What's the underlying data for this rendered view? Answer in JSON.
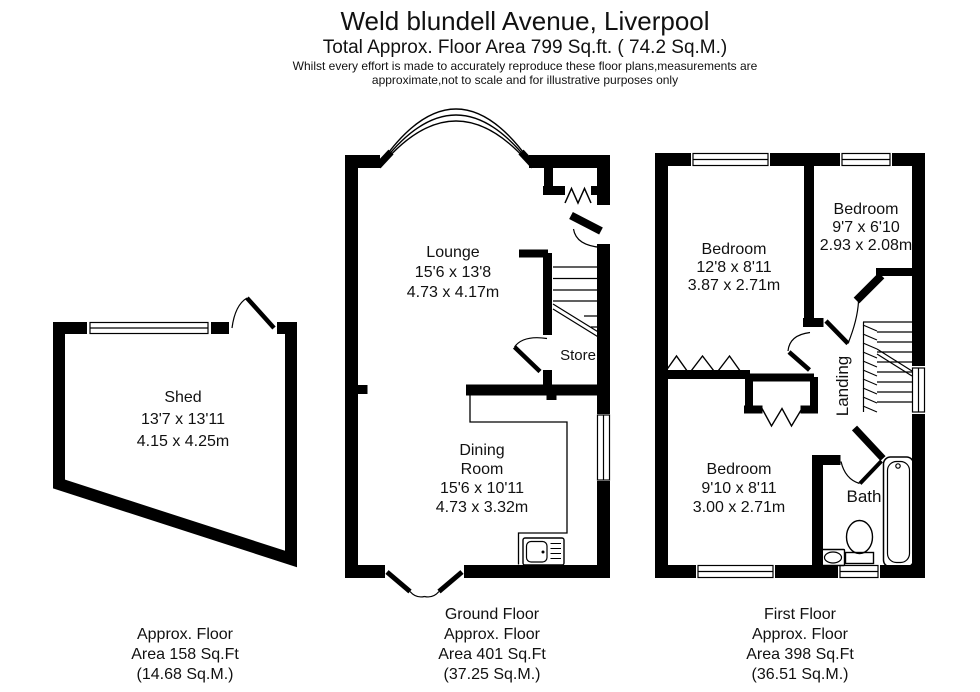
{
  "header": {
    "title": "Weld blundell Avenue, Liverpool",
    "subtitle": "Total Approx. Floor Area 799 Sq.ft. ( 74.2  Sq.M.)",
    "disclaimer_line1": "Whilst every effort is made to accurately reproduce these floor plans,measurements are",
    "disclaimer_line2": "approximate,not to scale and for illustrative purposes only"
  },
  "shed": {
    "name": "Shed",
    "dim_imperial": "13'7 x 13'11",
    "dim_metric": "4.15 x 4.25m"
  },
  "ground_floor": {
    "lounge": {
      "name": "Lounge",
      "dim_imperial": "15'6 x 13'8",
      "dim_metric": "4.73 x 4.17m"
    },
    "dining_room": {
      "name_line1": "Dining",
      "name_line2": "Room",
      "dim_imperial": "15'6 x 10'11",
      "dim_metric": "4.73 x 3.32m"
    },
    "store": {
      "name": "Store"
    }
  },
  "first_floor": {
    "bedroom_1": {
      "name": "Bedroom",
      "dim_imperial": "12'8 x 8'11",
      "dim_metric": "3.87 x 2.71m"
    },
    "bedroom_2": {
      "name": "Bedroom",
      "dim_imperial": "9'7 x 6'10",
      "dim_metric": "2.93 x 2.08m"
    },
    "bedroom_3": {
      "name": "Bedroom",
      "dim_imperial": "9'10 x 8'11",
      "dim_metric": "3.00 x 2.71m"
    },
    "bath": {
      "name": "Bath"
    },
    "landing": {
      "name": "Landing"
    }
  },
  "footers": {
    "shed": {
      "line1": "Approx. Floor",
      "line2": "Area 158 Sq.Ft",
      "line3": "(14.68 Sq.M.)"
    },
    "ground": {
      "line1": "Ground Floor",
      "line2": "Approx. Floor",
      "line3": "Area 401 Sq.Ft",
      "line4": "(37.25 Sq.M.)"
    },
    "first": {
      "line1": "First Floor",
      "line2": "Approx. Floor",
      "line3": "Area 398 Sq.Ft",
      "line4": "(36.51 Sq.M.)"
    }
  },
  "colors": {
    "wall": "#000000",
    "background": "#ffffff"
  }
}
